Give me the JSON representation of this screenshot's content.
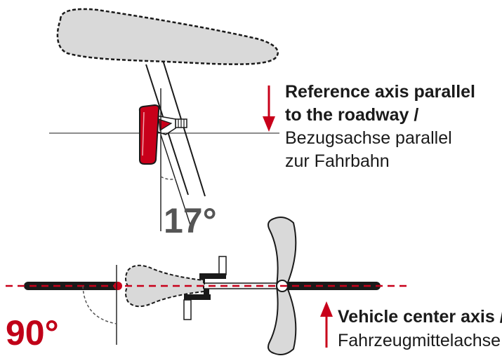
{
  "top_view": {
    "label_line1": "Reference axis parallel",
    "label_line2": "to the roadway /",
    "label_line3": "Bezugsachse parallel",
    "label_line4": "zur Fahrbahn",
    "angle": "17°"
  },
  "bottom_view": {
    "label_line1": "Vehicle center axis /",
    "label_line2": "Fahrzeugmittelachse",
    "angle": "90°"
  },
  "colors": {
    "accent_red": "#c8001a",
    "saddle_fill": "#d9d9d9",
    "outline": "#1a1a1a",
    "angle_grey": "#555555"
  }
}
